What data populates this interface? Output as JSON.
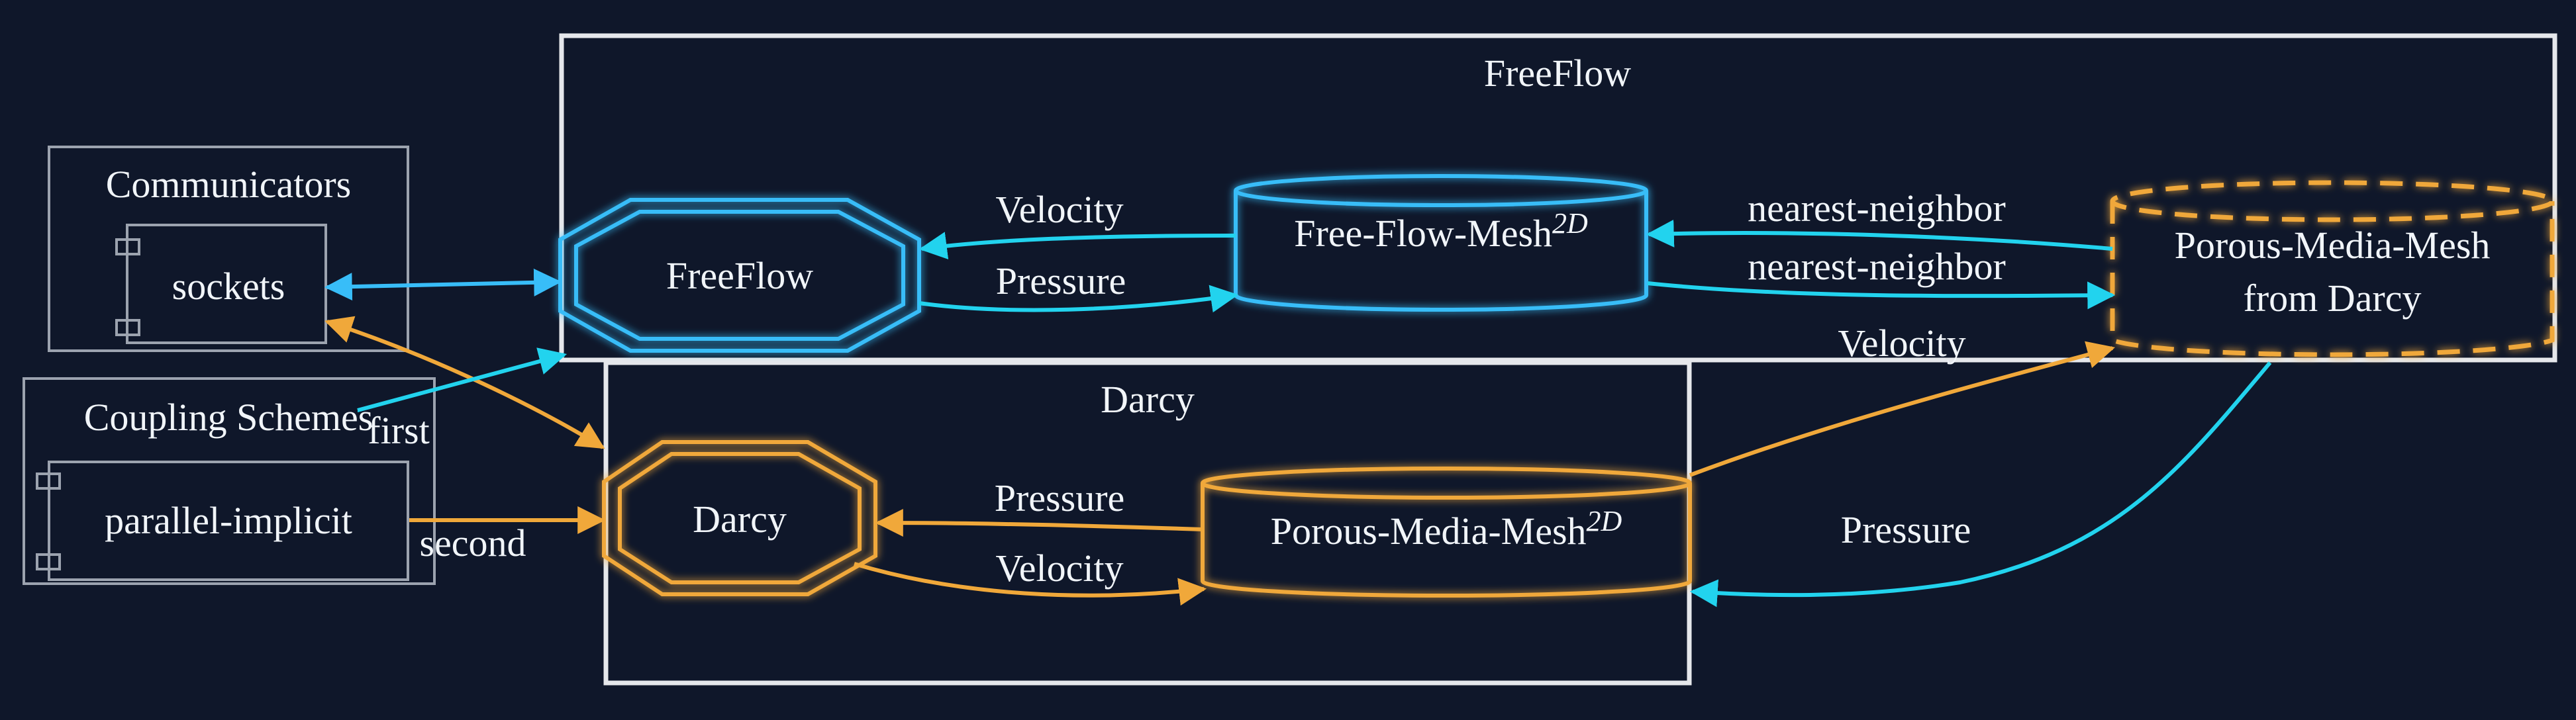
{
  "clusters": {
    "freeflow": "FreeFlow",
    "darcy": "Darcy",
    "communicators": "Communicators",
    "coupling_schemes": "Coupling Schemes"
  },
  "nodes": {
    "sockets": "sockets",
    "parallel_implicit": "parallel-implicit",
    "freeflow_participant": "FreeFlow",
    "darcy_participant": "Darcy",
    "free_flow_mesh": "Free-Flow-Mesh",
    "free_flow_mesh_sup": "2D",
    "porous_media_mesh": "Porous-Media-Mesh",
    "porous_media_mesh_sup": "2D",
    "received_mesh_line1": "Porous-Media-Mesh",
    "received_mesh_line2": "from Darcy"
  },
  "edges": {
    "ff_mesh_to_ff_velocity": "Velocity",
    "ff_to_ff_mesh_pressure": "Pressure",
    "nn_1": "nearest-neighbor",
    "nn_2": "nearest-neighbor",
    "darcy_mesh_to_darcy_pressure": "Pressure",
    "darcy_to_darcy_mesh_velocity": "Velocity",
    "velocity_to_received": "Velocity",
    "pressure_from_received": "Pressure",
    "first": "first",
    "second": "second"
  },
  "colors": {
    "background": "#0f172a",
    "freeflow": "#38bdf8",
    "exchange": "#22d3ee",
    "darcy": "#f0a83a",
    "frame": "#e5e7eb"
  }
}
